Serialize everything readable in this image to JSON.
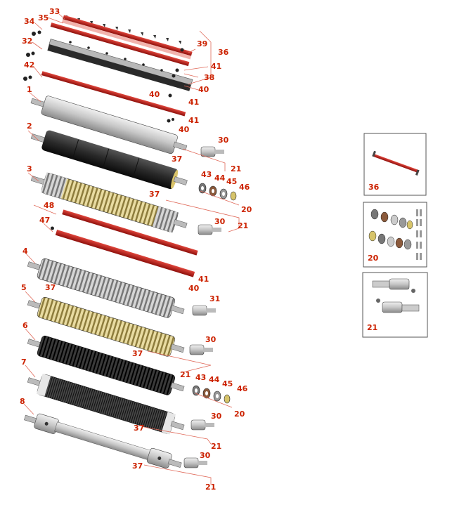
{
  "diagram": {
    "callouts": {
      "c33": "33",
      "c35": "35",
      "c34": "34",
      "c32": "32",
      "c39": "39",
      "c36": "36",
      "c41a": "41",
      "c38": "38",
      "c40a": "40",
      "c42": "42",
      "c40b": "40",
      "c41b": "41",
      "c1": "1",
      "c41c": "41",
      "c40c": "40",
      "c2": "2",
      "c30a": "30",
      "c37a": "37",
      "c21a": "21",
      "c3": "3",
      "c43a": "43",
      "c44a": "44",
      "c45a": "45",
      "c46a": "46",
      "c20a": "20",
      "c37b": "37",
      "c30b": "30",
      "c21b": "21",
      "c48": "48",
      "c47": "47",
      "c41d": "41",
      "c40d": "40",
      "c4": "4",
      "c37c": "37",
      "c31": "31",
      "c5": "5",
      "c6": "6",
      "c30c": "30",
      "c37d": "37",
      "c21c": "21",
      "c7": "7",
      "c43b": "43",
      "c44b": "44",
      "c45b": "45",
      "c46b": "46",
      "c20b": "20",
      "c8": "8",
      "c30d": "30",
      "c37e": "37",
      "c21d": "21",
      "c30e": "30",
      "c37f": "37",
      "c21e": "21"
    },
    "insets": {
      "i36": "36",
      "i20": "20",
      "i21": "21"
    }
  },
  "colors": {
    "red": "#b3140f",
    "gray": "#c8c8c8",
    "black": "#222222",
    "brass": "#c9b46a",
    "callout": "#cc2200"
  }
}
